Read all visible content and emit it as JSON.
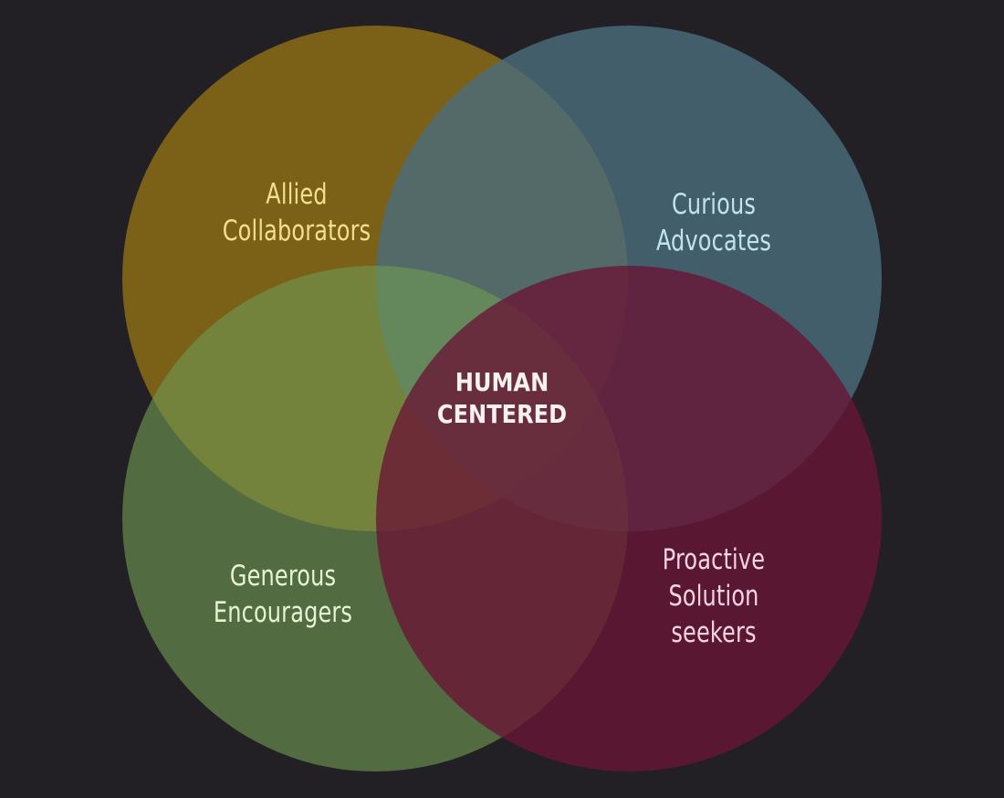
{
  "diagram": {
    "type": "venn-4",
    "background_color": "#222024",
    "center": {
      "lines": [
        "HUMAN",
        "CENTERED"
      ],
      "color": "#f7f1f2"
    },
    "sets": [
      {
        "id": "allied-collaborators",
        "lines": [
          "Allied",
          "Collaborators"
        ],
        "position": "top-left",
        "fill": "#7a6016",
        "text_color": "#f3df8e"
      },
      {
        "id": "curious-advocates",
        "lines": [
          "Curious",
          "Advocates"
        ],
        "position": "top-right",
        "fill": "#4a6a78",
        "text_color": "#bfe3ef"
      },
      {
        "id": "generous-encouragers",
        "lines": [
          "Generous",
          "Encouragers"
        ],
        "position": "bottom-left",
        "fill": "#4f5e3a",
        "text_color": "#e6f4d4"
      },
      {
        "id": "proactive-solution-seekers",
        "lines": [
          "Proactive",
          "Solution",
          "seekers"
        ],
        "position": "bottom-right",
        "fill": "#5e1a30",
        "text_color": "#f5d6e0"
      }
    ]
  }
}
